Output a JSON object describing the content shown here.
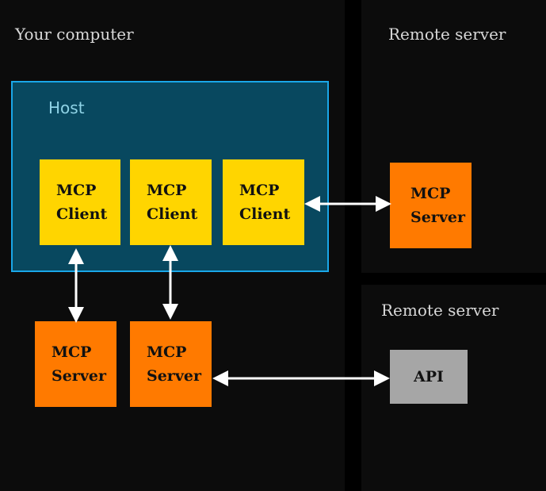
{
  "sections": {
    "local": {
      "label": "Your computer"
    },
    "remote_top": {
      "label": "Remote server"
    },
    "remote_bottom": {
      "label": "Remote server"
    }
  },
  "host": {
    "label": "Host"
  },
  "clients": [
    {
      "line1": "MCP",
      "line2": "Client"
    },
    {
      "line1": "MCP",
      "line2": "Client"
    },
    {
      "line1": "MCP",
      "line2": "Client"
    }
  ],
  "local_servers": [
    {
      "line1": "MCP",
      "line2": "Server"
    },
    {
      "line1": "MCP",
      "line2": "Server"
    }
  ],
  "remote_server": {
    "line1": "MCP",
    "line2": "Server"
  },
  "api": {
    "label": "API"
  },
  "colors": {
    "background": "#000000",
    "panel": "#0c0c0c",
    "host_fill": "#08485f",
    "host_border": "#1aa7e8",
    "client": "#ffd500",
    "server": "#ff7a00",
    "api": "#a6a6a6",
    "arrow": "#ffffff"
  }
}
